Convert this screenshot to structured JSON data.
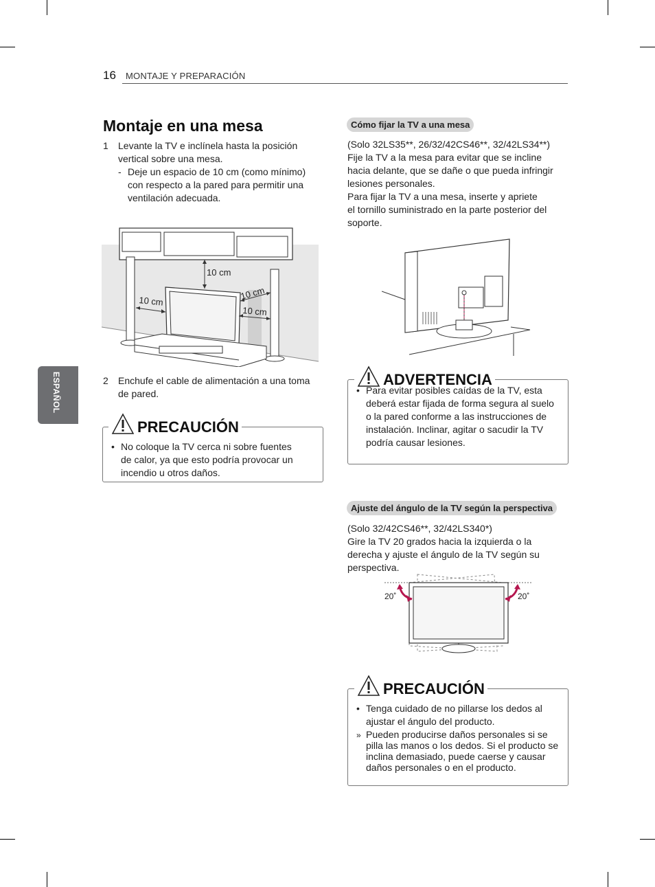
{
  "header": {
    "page_number": "16",
    "section": "MONTAJE Y PREPARACIÓN"
  },
  "side_tab": {
    "label": "ESPAÑOL"
  },
  "left": {
    "title": "Montaje en una mesa",
    "step1": {
      "number": "1",
      "lines": [
        "Levante la TV e inclínela hasta la posición",
        "vertical sobre una mesa."
      ]
    },
    "step1_sub": {
      "dash": "-",
      "lines": [
        "Deje un espacio de 10 cm (como mínimo)",
        "con respecto a la pared para permitir una",
        "ventilación adecuada."
      ]
    },
    "figure_labels": {
      "top": "10 cm",
      "left": "10 cm",
      "right_top": "10 cm",
      "right_bottom": "10 cm"
    },
    "step2": {
      "number": "2",
      "lines": [
        "Enchufe el cable de alimentación a una toma",
        "de pared."
      ]
    },
    "caution": {
      "heading": "PRECAUCIÓN",
      "bullet": "•",
      "lines": [
        "No coloque la TV cerca ni sobre fuentes",
        "de calor, ya que esto podría provocar un",
        "incendio u otros daños."
      ]
    }
  },
  "right": {
    "fix_section": {
      "pill": "Cómo fijar la TV a una mesa",
      "lines": [
        "(Solo 32LS35**, 26/32/42CS46**, 32/42LS34**)",
        "Fije la TV a la mesa para evitar que se incline",
        "hacia delante, que se dañe o que pueda infringir",
        "lesiones personales.",
        "Para fijar la TV a una mesa, inserte y apriete",
        "el tornillo suministrado en la parte posterior del",
        "soporte."
      ]
    },
    "warning": {
      "heading": "ADVERTENCIA",
      "bullet": "•",
      "lines": [
        "Para evitar posibles caídas de la TV, esta",
        "deberá estar fijada de forma segura al suelo",
        "o la pared conforme a las instrucciones de",
        "instalación. Inclinar, agitar o sacudir la TV",
        "podría causar lesiones."
      ]
    },
    "angle_section": {
      "pill": "Ajuste del ángulo de la TV según la perspectiva",
      "lines": [
        "(Solo 32/42CS46**, 32/42LS340*)",
        "Gire la TV 20 grados hacia la izquierda o la",
        "derecha y ajuste el ángulo de la TV según su",
        "perspectiva."
      ],
      "angle_left": "20˚",
      "angle_right": "20˚"
    },
    "caution2": {
      "heading": "PRECAUCIÓN",
      "bullet": "•",
      "lines": [
        "Tenga cuidado de no pillarse los dedos al",
        "ajustar el ángulo del producto."
      ],
      "sub_marker": "»",
      "sub_lines": [
        "Pueden producirse daños personales si se",
        "pilla las manos o los dedos. Si el producto se",
        "inclina demasiado, puede caerse y causar",
        "daños personales o en el producto."
      ]
    }
  },
  "colors": {
    "accent_arrow": "#b5174f",
    "tab_gray": "#6d6e71",
    "pill_gray": "#d6d6d6"
  }
}
